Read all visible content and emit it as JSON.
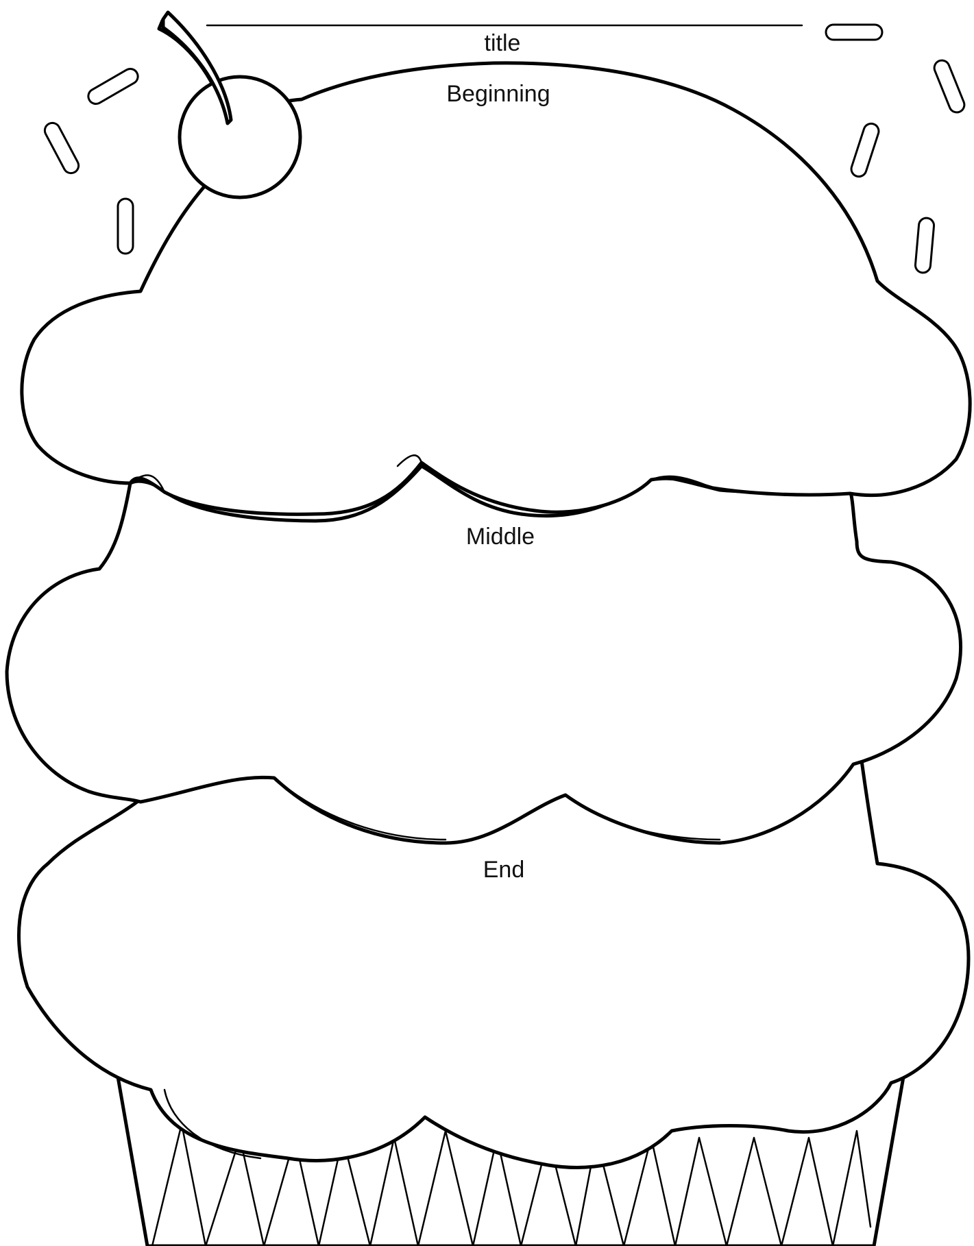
{
  "worksheet": {
    "title_label": "title",
    "sections": {
      "beginning": "Beginning",
      "middle": "Middle",
      "end": "End"
    }
  },
  "colors": {
    "line": "#000000",
    "background": "#ffffff"
  },
  "icons": [
    "ice-cream-cone-icon",
    "cherry-icon",
    "sprinkle-icon"
  ]
}
